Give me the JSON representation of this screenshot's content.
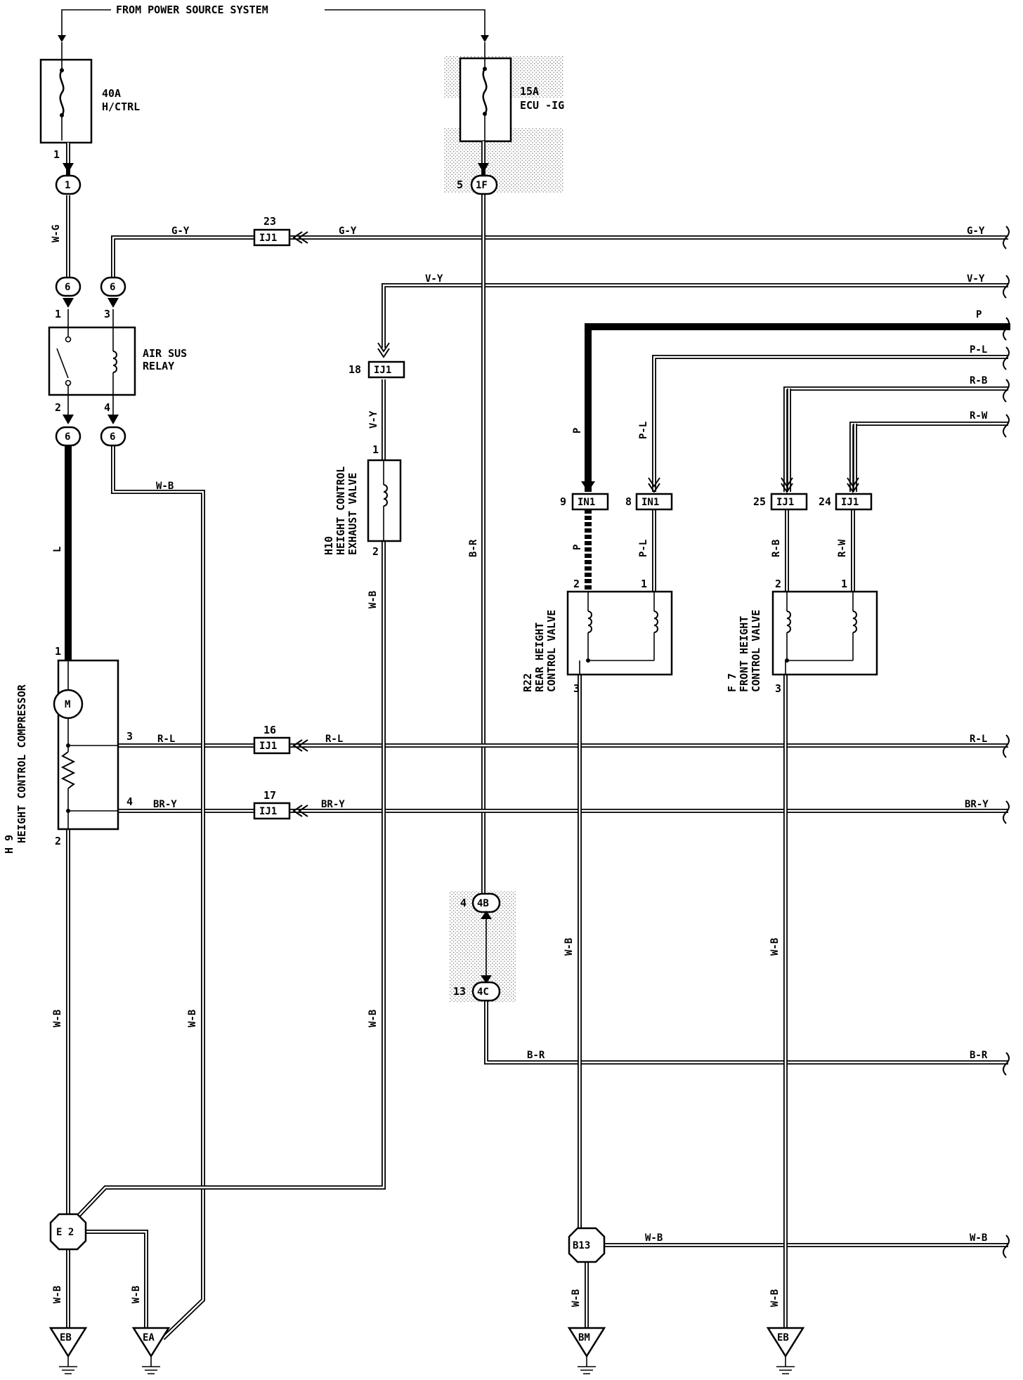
{
  "header": {
    "source_label": "FROM POWER SOURCE SYSTEM"
  },
  "fuses": [
    {
      "rating": "40A",
      "name": "H/CTRL",
      "pin": "1",
      "connector": "1"
    },
    {
      "rating": "15A",
      "name": "ECU -IG",
      "pin": "5",
      "connector": "1F"
    }
  ],
  "relay": {
    "name_line1": "AIR SUS",
    "name_line2": "RELAY",
    "pins": [
      "1",
      "3",
      "2",
      "4"
    ],
    "connector": "6"
  },
  "components": {
    "h9": {
      "id": "H 9",
      "name": "HEIGHT CONTROL COMPRESSOR",
      "motor": "M",
      "pins": [
        "1",
        "3",
        "4",
        "2"
      ]
    },
    "h10": {
      "id": "H10",
      "name_line1": "HEIGHT CONTROL",
      "name_line2": "EXHAUST VALVE",
      "pins": [
        "1",
        "2"
      ]
    },
    "r22": {
      "id": "R22",
      "name_line1": "REAR HEIGHT",
      "name_line2": "CONTROL VALVE",
      "pins": [
        "2",
        "1",
        "3"
      ]
    },
    "f7": {
      "id": "F 7",
      "name_line1": "FRONT HEIGHT",
      "name_line2": "CONTROL VALVE",
      "pins": [
        "2",
        "1",
        "3"
      ]
    }
  },
  "junctions": {
    "ij1_23": {
      "label": "IJ1",
      "pin": "23"
    },
    "ij1_18": {
      "label": "IJ1",
      "pin": "18"
    },
    "in1_9": {
      "label": "IN1",
      "pin": "9"
    },
    "in1_8": {
      "label": "IN1",
      "pin": "8"
    },
    "ij1_25": {
      "label": "IJ1",
      "pin": "25"
    },
    "ij1_24": {
      "label": "IJ1",
      "pin": "24"
    },
    "ij1_16": {
      "label": "IJ1",
      "pin": "16"
    },
    "ij1_17": {
      "label": "IJ1",
      "pin": "17"
    }
  },
  "connectors": {
    "c4b": {
      "label": "4B",
      "pin": "4"
    },
    "c4c": {
      "label": "4C",
      "pin": "13"
    },
    "e2": "E 2",
    "b13": "B13"
  },
  "grounds": [
    "EB",
    "EA",
    "BM",
    "EB"
  ],
  "wires": {
    "w_g": "W-G",
    "g_y": "G-Y",
    "v_y": "V-Y",
    "p": "P",
    "p_l": "P-L",
    "r_b": "R-B",
    "r_w": "R-W",
    "l": "L",
    "w_b": "W-B",
    "b_r": "B-R",
    "r_l": "R-L",
    "br_y": "BR-Y"
  }
}
